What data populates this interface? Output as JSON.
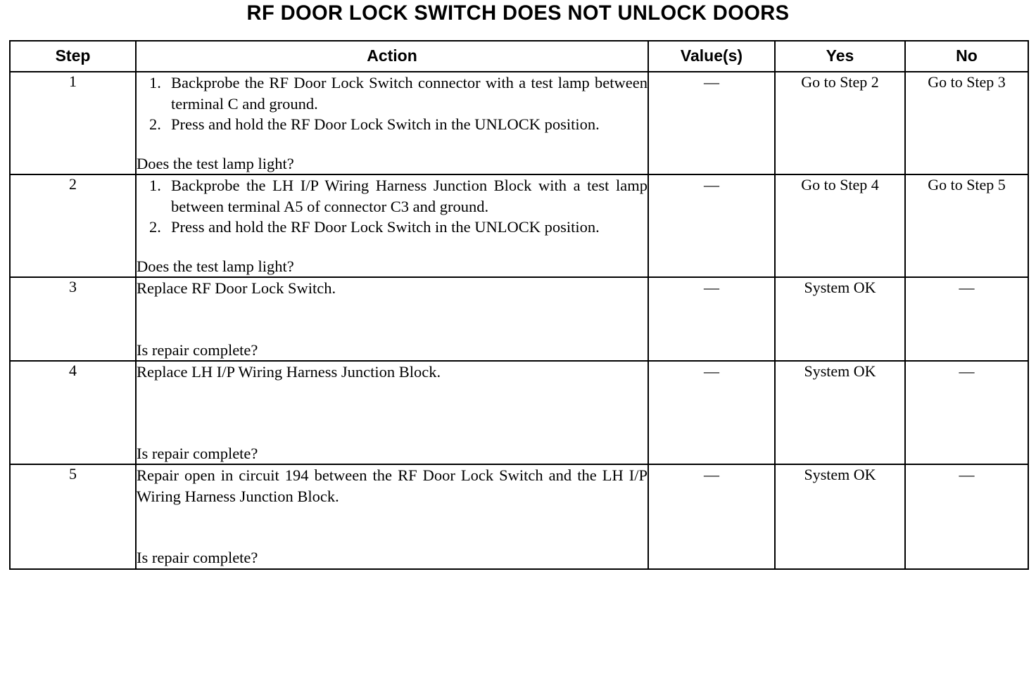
{
  "document": {
    "title": "RF DOOR LOCK SWITCH DOES NOT UNLOCK DOORS"
  },
  "table": {
    "headers": {
      "step": "Step",
      "action": "Action",
      "values": "Value(s)",
      "yes": "Yes",
      "no": "No"
    },
    "rows": [
      {
        "step": "1",
        "action_items": [
          "Backprobe the RF Door Lock Switch connector with a test lamp between terminal C and ground.",
          "Press and hold the RF Door Lock Switch in the UNLOCK position."
        ],
        "action_question": "Does the test lamp light?",
        "value": "—",
        "yes": "Go to Step 2",
        "no": "Go to Step 3"
      },
      {
        "step": "2",
        "action_items": [
          "Backprobe the LH I/P Wiring Harness Junction Block with a test lamp between terminal A5 of connector C3 and ground.",
          "Press and hold the RF Door Lock Switch in the UNLOCK position."
        ],
        "action_question": "Does the test lamp light?",
        "value": "—",
        "yes": "Go to Step 4",
        "no": "Go to Step 5"
      },
      {
        "step": "3",
        "action_text": "Replace RF Door Lock Switch.",
        "action_question": "Is repair complete?",
        "value": "—",
        "yes": "System OK",
        "no": "—"
      },
      {
        "step": "4",
        "action_text": "Replace LH I/P Wiring Harness Junction Block.",
        "action_question": "Is repair complete?",
        "value": "—",
        "yes": "System OK",
        "no": "—"
      },
      {
        "step": "5",
        "action_text": "Repair open in circuit 194 between the RF Door Lock Switch and the LH I/P Wiring Harness Junction Block.",
        "action_question": "Is repair complete?",
        "value": "—",
        "yes": "System OK",
        "no": "—"
      }
    ]
  }
}
